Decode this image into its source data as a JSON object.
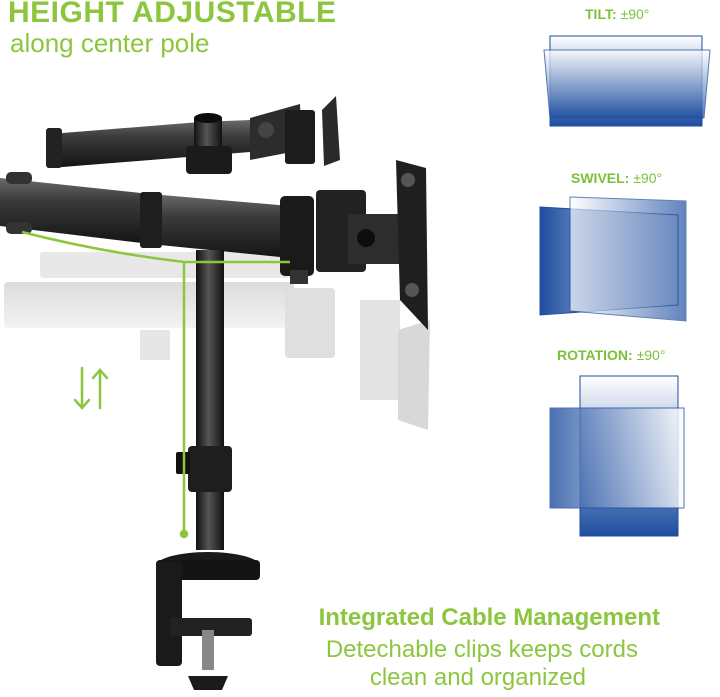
{
  "header": {
    "title": "HEIGHT ADJUSTABLE",
    "subtitle": "along center pole"
  },
  "features": {
    "tilt": {
      "label": "TILT:",
      "value": "±90°"
    },
    "swivel": {
      "label": "SWIVEL:",
      "value": "±90°"
    },
    "rotation": {
      "label": "ROTATION:",
      "value": "±90°"
    }
  },
  "cable_management": {
    "title": "Integrated Cable Management",
    "line1": "Detechable clips keeps cords",
    "line2": "clean and organized"
  },
  "colors": {
    "accent_green": "#8cc63f",
    "panel_blue": "#1f4fa0",
    "metal": "#2a2a2a"
  },
  "icons": {
    "height_arrows": "up-down-arrows-icon",
    "tilt": "tilt-diagram-icon",
    "swivel": "swivel-diagram-icon",
    "rotation": "rotation-diagram-icon"
  }
}
